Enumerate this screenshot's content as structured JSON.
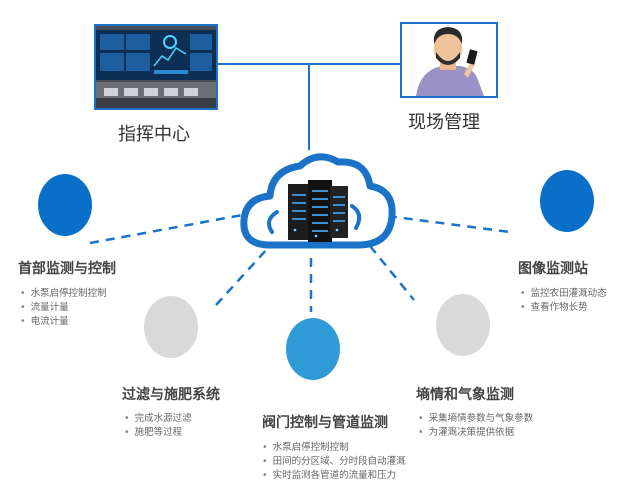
{
  "top": {
    "command_center": {
      "label": "指挥中心"
    },
    "field_management": {
      "label": "现场管理"
    }
  },
  "nodes": [
    {
      "id": "head",
      "title": "首部监测与控制",
      "items": [
        "水泵启停控制控制",
        "流量计量",
        "电流计量"
      ],
      "color": "#0a6fc9"
    },
    {
      "id": "image",
      "title": "图像监测站",
      "items": [
        "监控农田灌溉动态",
        "查看作物长势"
      ],
      "color": "#0a6fc9"
    },
    {
      "id": "filter",
      "title": "过滤与施肥系统",
      "items": [
        "完成水源过滤",
        "施肥等过程"
      ],
      "color": "#d9d9d9"
    },
    {
      "id": "soil",
      "title": "墒情和气象监测",
      "items": [
        "采集墒情参数与气象参数",
        "为灌溉决策提供依据"
      ],
      "color": "#d9d9d9"
    },
    {
      "id": "valve",
      "title": "阀门控制与管道监测",
      "items": [
        "水泵启停控制控制",
        "田间的分区域、分时段自动灌溉",
        "实时监测各管道的流量和压力"
      ],
      "color": "#2f9bd6"
    }
  ],
  "colors": {
    "accent": "#1a73c8",
    "line": "#1a73c8"
  }
}
